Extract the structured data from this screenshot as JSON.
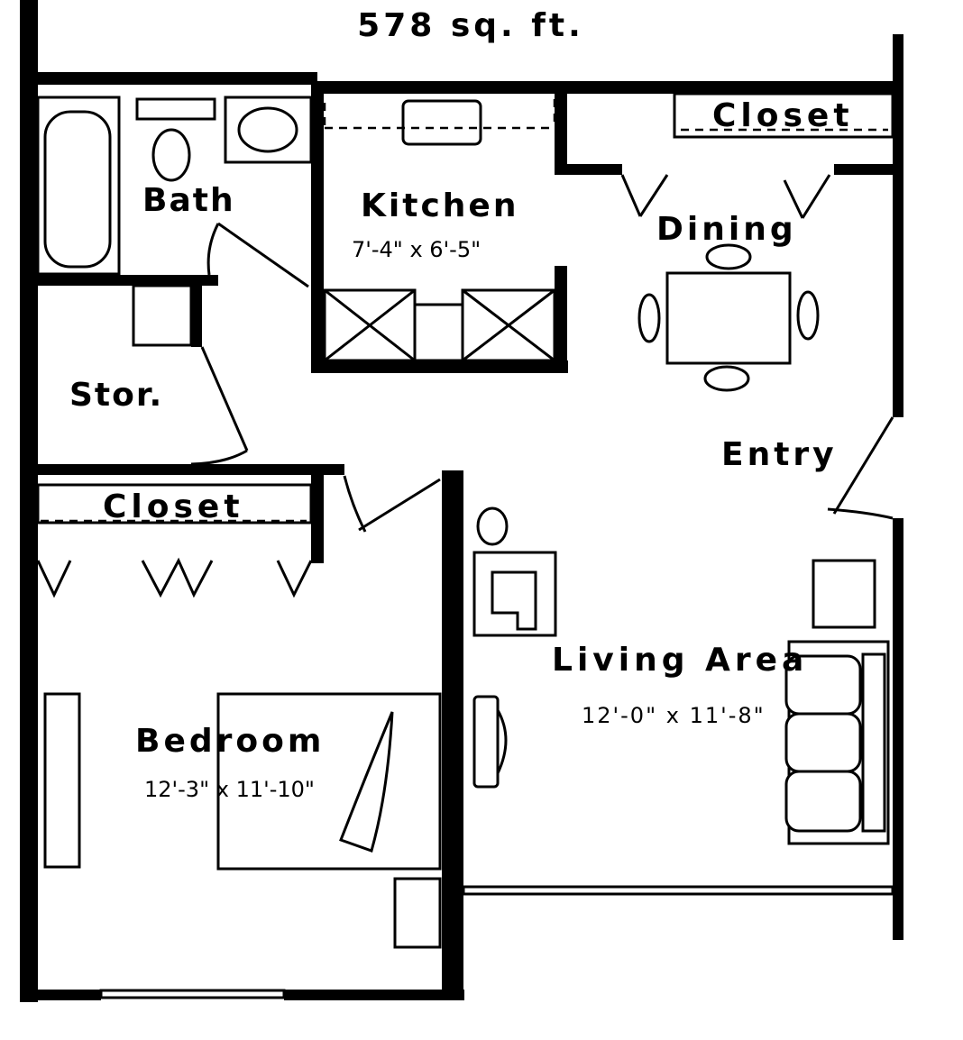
{
  "plan": {
    "area": "578 sq. ft.",
    "rooms": {
      "bath": {
        "name": "Bath"
      },
      "kitchen": {
        "name": "Kitchen",
        "size": "7'-4\" x 6'-5\""
      },
      "dining": {
        "name": "Dining"
      },
      "closet_top": {
        "name": "Closet"
      },
      "storage": {
        "name": "Stor."
      },
      "entry": {
        "name": "Entry"
      },
      "closet_bedroom": {
        "name": "Closet"
      },
      "living": {
        "name": "Living Area",
        "size": "12'-0\" x 11'-8\""
      },
      "bedroom": {
        "name": "Bedroom",
        "size": "12'-3\" x 11'-10\""
      }
    }
  }
}
